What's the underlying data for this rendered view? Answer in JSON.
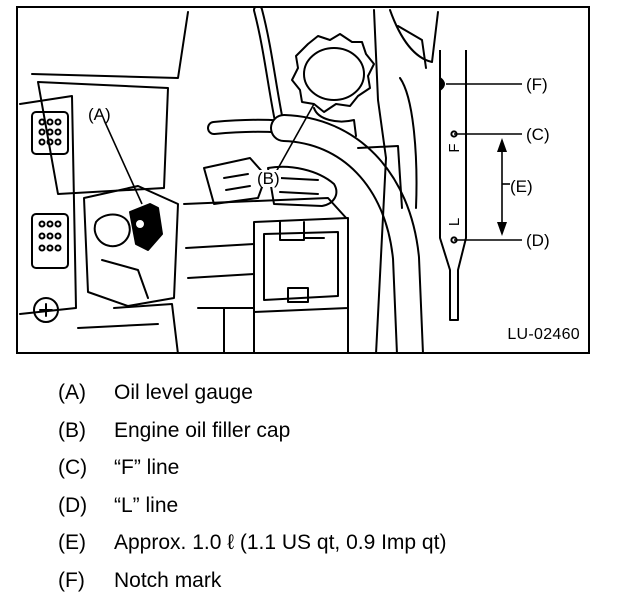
{
  "figure": {
    "id": "LU-02460",
    "callouts": {
      "a": "(A)",
      "b": "(B)",
      "c": "(C)",
      "d": "(D)",
      "e": "(E)",
      "f": "(F)"
    },
    "dipstick_marks": {
      "f": "F",
      "l": "L"
    }
  },
  "legend": [
    {
      "key": "(A)",
      "text": "Oil level gauge"
    },
    {
      "key": "(B)",
      "text": "Engine oil filler cap"
    },
    {
      "key": "(C)",
      "text": "“F” line"
    },
    {
      "key": "(D)",
      "text": "“L” line"
    },
    {
      "key": "(E)",
      "text": "Approx. 1.0 ℓ (1.1 US qt, 0.9 Imp qt)"
    },
    {
      "key": "(F)",
      "text": "Notch mark"
    }
  ]
}
